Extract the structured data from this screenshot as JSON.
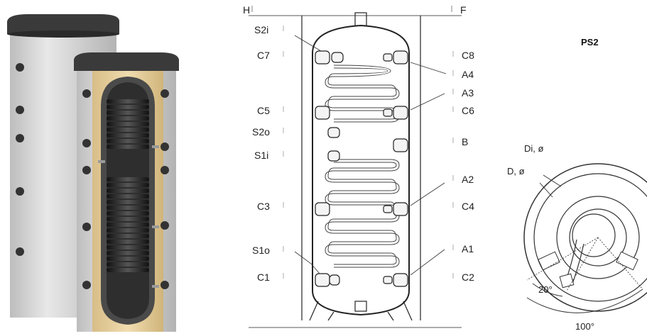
{
  "photo": {
    "description_icon": "tank-render-image"
  },
  "drawing": {
    "top_labels": {
      "left": "H",
      "right": "F"
    },
    "left_labels": [
      "S2i",
      "C7",
      "C5",
      "S2o",
      "S1i",
      "C3",
      "S1o",
      "C1"
    ],
    "right_labels": [
      "C8",
      "A4",
      "A3",
      "C6",
      "B",
      "A2",
      "C4",
      "A1",
      "C2"
    ]
  },
  "section": {
    "title": "PS2",
    "outer_diameter_label": "D, ø",
    "inner_diameter_label": "Di, ø",
    "small_angle_label": "20°",
    "large_angle_label": "100°"
  },
  "colors": {
    "tank_body": "#d9d9d9",
    "tank_cap": "#3a3a3a",
    "insulation": "#e6cfa0",
    "coil": "#2b2b2b",
    "line": "#222222"
  }
}
